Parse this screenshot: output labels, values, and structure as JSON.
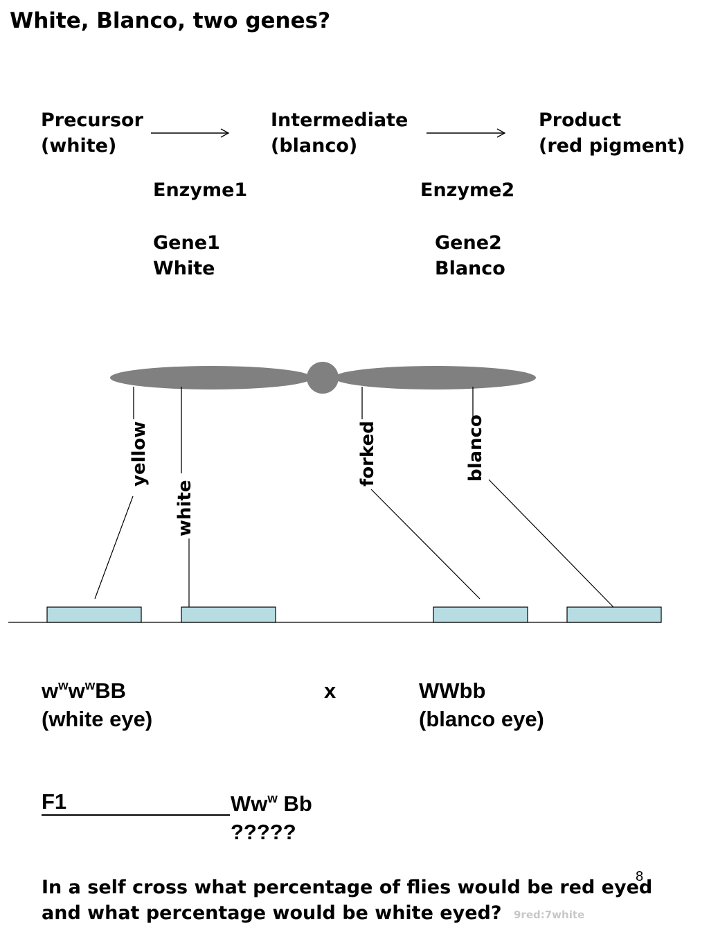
{
  "title": "White, Blanco, two genes?",
  "pathway": {
    "precursor": [
      "Precursor",
      "(white)"
    ],
    "intermediate": [
      "Intermediate",
      "(blanco)"
    ],
    "product": [
      "Product",
      "(red pigment)"
    ],
    "enzyme1": "Enzyme1",
    "enzyme2": "Enzyme2",
    "gene1": [
      "Gene1",
      "White"
    ],
    "gene2": [
      "Gene2",
      "Blanco"
    ]
  },
  "chromosome": {
    "color": "#808080",
    "gene_box_color": "#b7dde3",
    "genes": [
      "yellow",
      "white",
      "forked",
      "blanco"
    ]
  },
  "cross": {
    "parent1_genotype_parts": [
      "w",
      "w",
      "w",
      "w",
      "BB"
    ],
    "parent1_phenotype": "(white eye)",
    "cross_symbol": "x",
    "parent2_genotype": "WWbb",
    "parent2_phenotype": "(blanco eye)",
    "f1_label": "F1",
    "f1_genotype_parts": [
      "Ww",
      "w",
      " Bb"
    ],
    "f1_phenotype": "?????"
  },
  "question": [
    "In a self cross what percentage of flies would be red eyed",
    "and what percentage would be white eyed?"
  ],
  "answer": "9red:7white",
  "slide_number": "8"
}
